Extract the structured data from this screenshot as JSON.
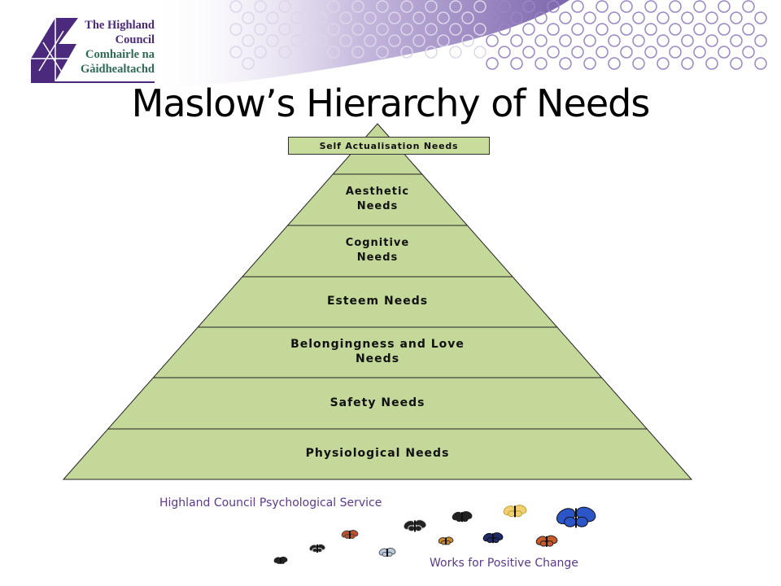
{
  "logo": {
    "line1": "The Highland",
    "line2": "Council",
    "line3": "Comhairle na",
    "line4": "Gàidhealtachd"
  },
  "title": "Maslow’s Hierarchy of Needs",
  "pyramid": {
    "top_label": "Self Actualisation Needs",
    "levels": [
      {
        "label1": "Aesthetic",
        "label2": "Needs"
      },
      {
        "label1": "Cognitive",
        "label2": "Needs"
      },
      {
        "label1": "Esteem Needs",
        "label2": ""
      },
      {
        "label1": "Belongingness and Love",
        "label2": "Needs"
      },
      {
        "label1": "Safety Needs",
        "label2": ""
      },
      {
        "label1": "Physiological Needs",
        "label2": ""
      }
    ],
    "fill": "#c4d89a"
  },
  "footer": {
    "service": "Highland Council Psychological Service",
    "tagline": "Works for Positive Change"
  }
}
